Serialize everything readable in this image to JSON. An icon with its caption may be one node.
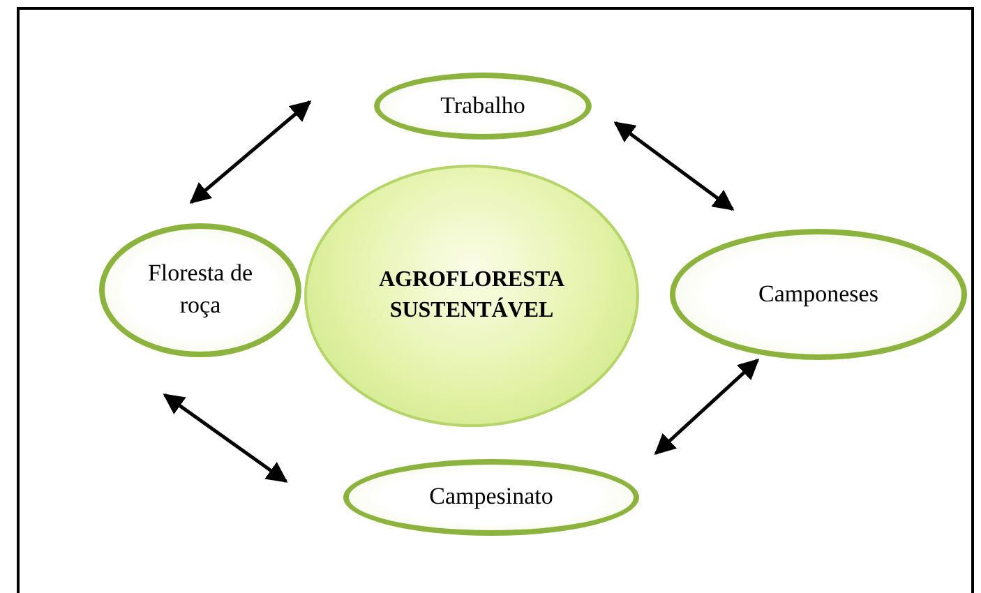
{
  "diagram": {
    "nodes": [
      {
        "text": [
          "Trabalho"
        ]
      },
      {
        "text": [
          "Floresta de roça"
        ]
      },
      {
        "text": [
          "AGROFLORESTA SUSTENTÁVEL"
        ]
      },
      {
        "text": [
          "Camponeses"
        ]
      },
      {
        "text": [
          "Campesinato"
        ]
      }
    ],
    "edges": [
      {
        "from": 1,
        "to": 0,
        "arrow": "both"
      },
      {
        "from": 0,
        "to": 3,
        "arrow": "both"
      },
      {
        "from": 3,
        "to": 4,
        "arrow": "both"
      },
      {
        "from": 4,
        "to": 1,
        "arrow": "both"
      }
    ]
  }
}
